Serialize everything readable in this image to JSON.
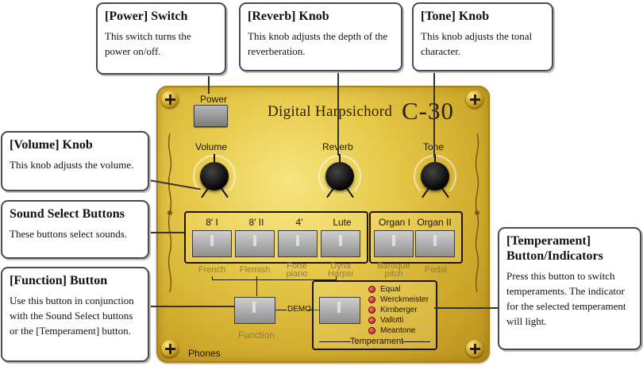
{
  "panel": {
    "brand": "Digital Harpsichord",
    "model": "C-30",
    "power_label": "Power",
    "knobs": [
      {
        "id": "volume",
        "label": "Volume"
      },
      {
        "id": "reverb",
        "label": "Reverb"
      },
      {
        "id": "tone",
        "label": "Tone"
      }
    ],
    "sound_buttons": [
      {
        "top": "8′ I",
        "bottom": "French"
      },
      {
        "top": "8′ II",
        "bottom": "Flemish"
      },
      {
        "top": "4′",
        "bottom": "Forte piano"
      },
      {
        "top": "Lute",
        "bottom": "Dyna Harpsi"
      },
      {
        "top": "Organ I",
        "bottom": "Baroque pitch"
      },
      {
        "top": "Organ II",
        "bottom": "Pedal"
      }
    ],
    "function_label": "Function",
    "demo_label": "DEMO",
    "temperament_label": "Temperament",
    "temperaments": [
      "Equal",
      "Werckmeister",
      "Kirnberger",
      "Vallotti",
      "Meantone"
    ],
    "phones_label": "Phones"
  },
  "callouts": {
    "power": {
      "title": "[Power] Switch",
      "body": "This switch turns the power on/off."
    },
    "reverb": {
      "title": "[Reverb] Knob",
      "body": "This knob adjusts the depth of the reverberation."
    },
    "tone": {
      "title": "[Tone] Knob",
      "body": "This knob adjusts the tonal character."
    },
    "volume": {
      "title": "[Volume] Knob",
      "body": "This knob adjusts the volume."
    },
    "sound": {
      "title": "Sound Select Buttons",
      "body": "These buttons select sounds."
    },
    "function": {
      "title": "[Function] Button",
      "body": "Use this button in conjunction with the Sound Select buttons or the [Temperament] button."
    },
    "temperament": {
      "title": "[Temperament] Button/Indicators",
      "body": "Press this button to switch temperaments. The indicator for the selected temperament will light."
    }
  }
}
